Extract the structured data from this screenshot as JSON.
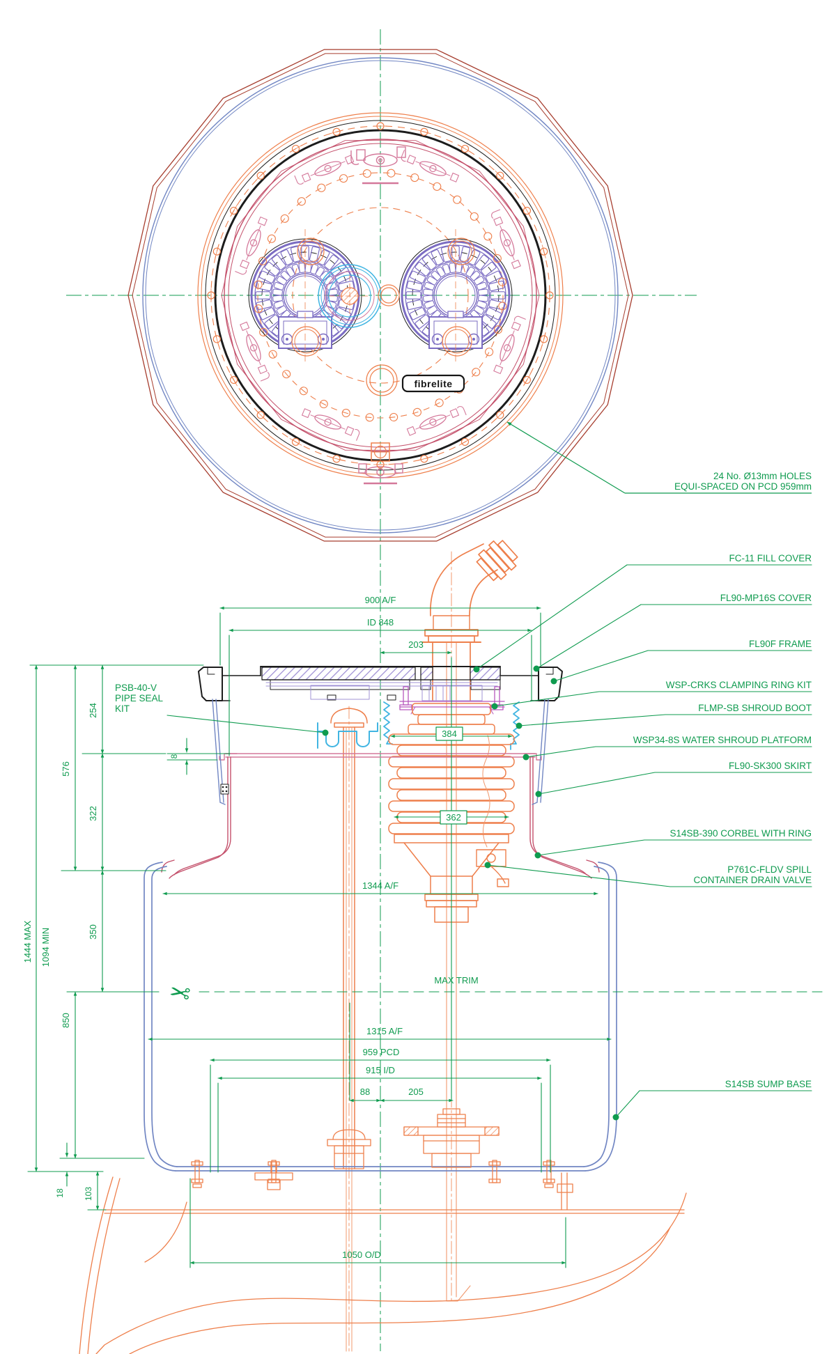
{
  "colors": {
    "green": "#0f9b4f",
    "orange": "#ee7f4b",
    "orange_light": "#f0986d",
    "blue": "#7186c3",
    "cyan": "#41b5e2",
    "lavender": "#a193d6",
    "purple": "#7b6cc2",
    "magenta": "#b757bd",
    "crimson": "#c4506b",
    "pink": "#d4789a",
    "dark_red": "#a63c2d",
    "black": "#1c1c1c"
  },
  "plan": {
    "callout": {
      "line1": "24 No. Ø13mm HOLES",
      "line2": "EQUI-SPACED ON PCD 959mm"
    },
    "logo": "fibrelite"
  },
  "section": {
    "labels": {
      "fc11": "FC-11 FILL COVER",
      "mp16s": "FL90-MP16S COVER",
      "fl90f": "FL90F FRAME",
      "wspcrks": "WSP-CRKS CLAMPING RING KIT",
      "flmpsb": "FLMP-SB SHROUD BOOT",
      "wsp34": "WSP34-8S WATER SHROUD PLATFORM",
      "sk300": "FL90-SK300 SKIRT",
      "corbel": "S14SB-390 CORBEL WITH RING",
      "p761c1": "P761C-FLDV SPILL",
      "p761c2": "CONTAINER DRAIN VALVE",
      "sumpbase": "S14SB SUMP BASE",
      "pipeseal1": "PSB-40-V",
      "pipeseal2": "PIPE SEAL",
      "pipeseal3": "KIT"
    },
    "dims": {
      "af900": "900 A/F",
      "id848": "ID 848",
      "d203": "203",
      "d384": "384",
      "d362": "362",
      "af1344": "1344 A/F",
      "maxtrim": "MAX TRIM",
      "af1315": "1315 A/F",
      "pcd959": "959 PCD",
      "id915": "915 I/D",
      "d88": "88",
      "d205": "205",
      "od1050": "1050 O/D",
      "d254": "254",
      "d576": "576",
      "d322": "322",
      "d8": "8",
      "d350": "350",
      "d850": "850",
      "max1444": "1444 MAX",
      "min1094": "1094 MIN",
      "d18": "18",
      "d103": "103"
    }
  }
}
